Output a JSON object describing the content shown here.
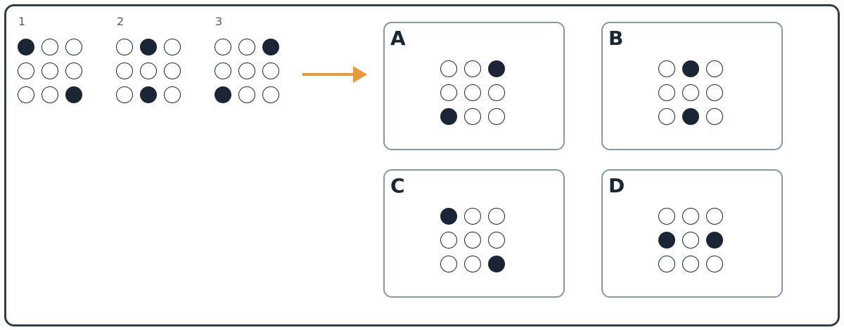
{
  "sequence": [
    {
      "label": "1",
      "filled": [
        0,
        8
      ]
    },
    {
      "label": "2",
      "filled": [
        1,
        7
      ]
    },
    {
      "label": "3",
      "filled": [
        2,
        6
      ]
    }
  ],
  "options": [
    {
      "letter": "A",
      "filled": [
        2,
        6
      ]
    },
    {
      "letter": "B",
      "filled": [
        1,
        7
      ]
    },
    {
      "letter": "C",
      "filled": [
        0,
        8
      ]
    },
    {
      "letter": "D",
      "filled": [
        3,
        5
      ]
    }
  ],
  "colors": {
    "frame": "#2c3e50",
    "dot": "#1a2535",
    "option_border": "#8597a8",
    "arrow": "#e8993a",
    "label": "#4a6076"
  },
  "icons": {
    "arrow": "right-arrow-icon"
  }
}
